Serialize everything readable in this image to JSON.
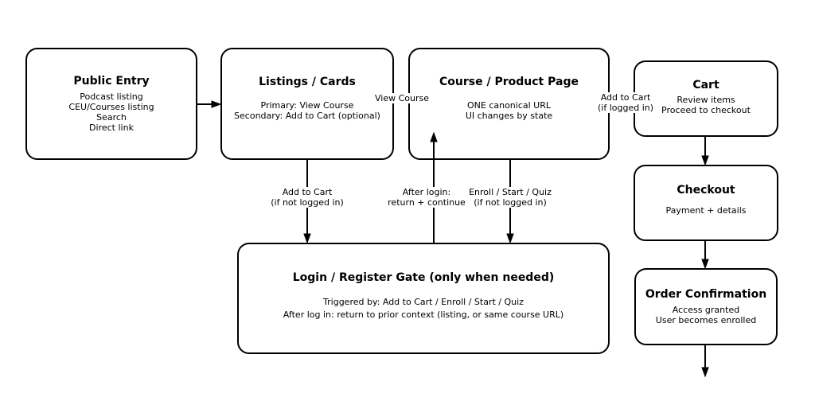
{
  "diagram": {
    "background_color": "#ffffff",
    "stroke_color": "#000000"
  },
  "nodes": {
    "public_entry": {
      "title": "Public Entry",
      "line1": "Podcast listing",
      "line2": "CEU/Courses listing",
      "line3": "Search",
      "line4": "Direct link"
    },
    "listings": {
      "title": "Listings / Cards",
      "line1": "Primary: View Course",
      "line2": "Secondary: Add to Cart (optional)"
    },
    "course": {
      "title": "Course / Product Page",
      "line1": "ONE canonical URL",
      "line2": "UI changes by state"
    },
    "cart": {
      "title": "Cart",
      "line1": "Review items",
      "line2": "Proceed to checkout"
    },
    "checkout": {
      "title": "Checkout",
      "line1": "Payment + details"
    },
    "order_confirmation": {
      "title": "Order Confirmation",
      "line1": "Access granted",
      "line2": "User becomes enrolled"
    },
    "login_gate": {
      "title": "Login / Register Gate (only when needed)",
      "line1": "Triggered by: Add to Cart / Enroll / Start / Quiz",
      "line2": "After log in: return to prior context (listing, or same course URL)"
    }
  },
  "edge_labels": {
    "view_course": {
      "line1": "View Course"
    },
    "add_to_cart_logged_in": {
      "line1": "Add to Cart",
      "line2": "(if logged in)"
    },
    "add_to_cart_not_logged_in": {
      "line1": "Add to Cart",
      "line2": "(if not logged in)"
    },
    "after_login": {
      "line1": "After login:",
      "line2": "return + continue"
    },
    "enroll_start_quiz": {
      "line1": "Enroll / Start / Quiz",
      "line2": "(if not logged in)"
    }
  }
}
